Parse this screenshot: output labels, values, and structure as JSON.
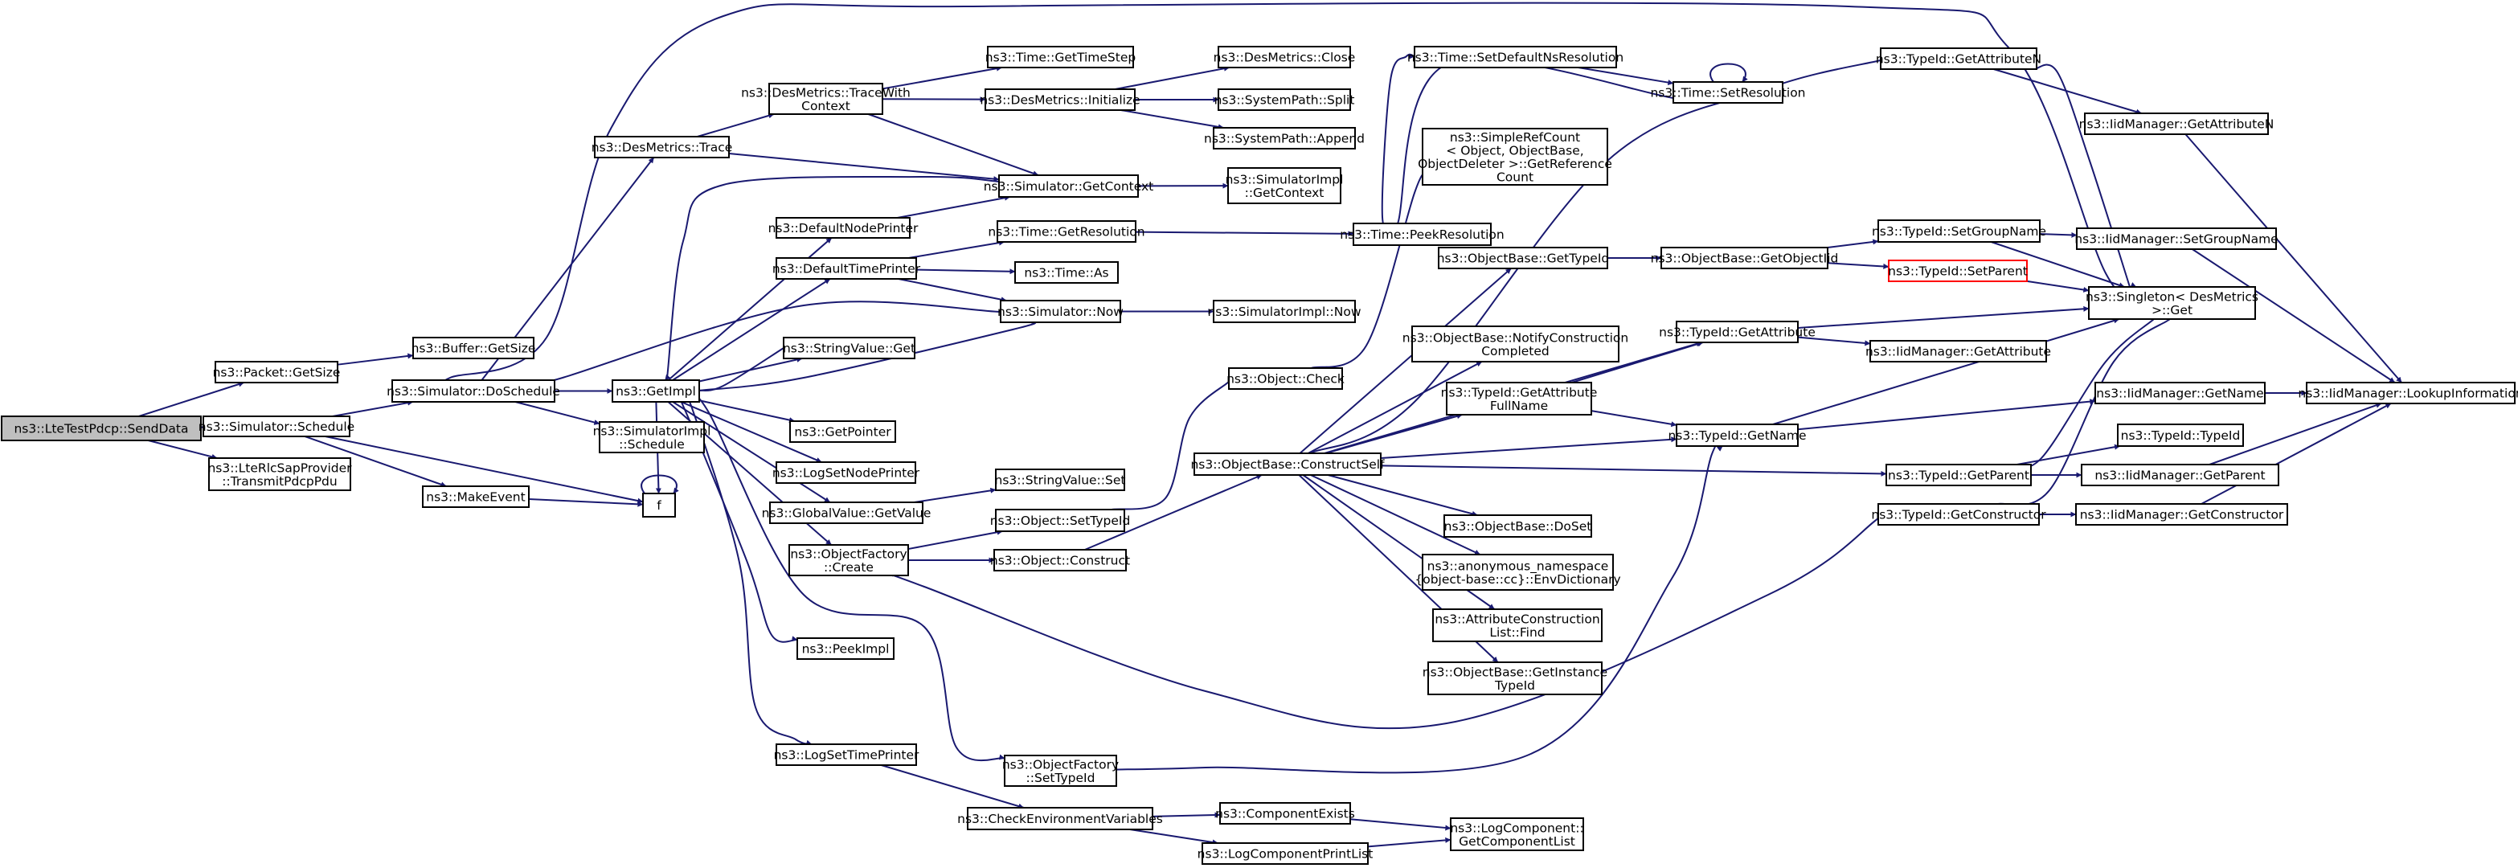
{
  "diagram": {
    "type": "call-graph",
    "colors": {
      "edge": "#191970",
      "border": "#000000",
      "root_fill": "#bfbfbf",
      "highlight_border": "#ff0000",
      "background": "#ffffff"
    },
    "nodes": [
      {
        "id": "send",
        "lines": [
          "ns3::LteTestPdcp::SendData"
        ],
        "style": "root"
      },
      {
        "id": "pgetsize",
        "lines": [
          "ns3::Packet::GetSize"
        ]
      },
      {
        "id": "bgetsize",
        "lines": [
          "ns3::Buffer::GetSize"
        ]
      },
      {
        "id": "sched",
        "lines": [
          "ns3::Simulator::Schedule"
        ]
      },
      {
        "id": "transmit",
        "lines": [
          "ns3::LteRlcSapProvider",
          "::TransmitPdcpPdu"
        ]
      },
      {
        "id": "dosched",
        "lines": [
          "ns3::Simulator::DoSchedule"
        ]
      },
      {
        "id": "makeevent",
        "lines": [
          "ns3::MakeEvent"
        ]
      },
      {
        "id": "f",
        "lines": [
          "f"
        ]
      },
      {
        "id": "dmtrace",
        "lines": [
          "ns3::DesMetrics::Trace"
        ]
      },
      {
        "id": "getimpl",
        "lines": [
          "ns3::GetImpl"
        ]
      },
      {
        "id": "simimplsched",
        "lines": [
          "ns3::SimulatorImpl",
          "::Schedule"
        ]
      },
      {
        "id": "dmtracewc",
        "lines": [
          "ns3::DesMetrics::TraceWith",
          "Context"
        ]
      },
      {
        "id": "getctx",
        "lines": [
          "ns3::Simulator::GetContext"
        ]
      },
      {
        "id": "defnode",
        "lines": [
          "ns3::DefaultNodePrinter"
        ]
      },
      {
        "id": "deftime",
        "lines": [
          "ns3::DefaultTimePrinter"
        ]
      },
      {
        "id": "simnow",
        "lines": [
          "ns3::Simulator::Now"
        ]
      },
      {
        "id": "strget",
        "lines": [
          "ns3::StringValue::Get"
        ]
      },
      {
        "id": "getptr",
        "lines": [
          "ns3::GetPointer"
        ]
      },
      {
        "id": "logsetnode",
        "lines": [
          "ns3::LogSetNodePrinter"
        ]
      },
      {
        "id": "gvget",
        "lines": [
          "ns3::GlobalValue::GetValue"
        ]
      },
      {
        "id": "ofcreate",
        "lines": [
          "ns3::ObjectFactory",
          "::Create"
        ]
      },
      {
        "id": "peekimpl",
        "lines": [
          "ns3::PeekImpl"
        ]
      },
      {
        "id": "logsettime",
        "lines": [
          "ns3::LogSetTimePrinter"
        ]
      },
      {
        "id": "timestep",
        "lines": [
          "ns3::Time::GetTimeStep"
        ]
      },
      {
        "id": "dminit",
        "lines": [
          "ns3::DesMetrics::Initialize"
        ]
      },
      {
        "id": "dmclose",
        "lines": [
          "ns3::DesMetrics::Close"
        ]
      },
      {
        "id": "split",
        "lines": [
          "ns3::SystemPath::Split"
        ]
      },
      {
        "id": "append",
        "lines": [
          "ns3::SystemPath::Append"
        ]
      },
      {
        "id": "simimplctx",
        "lines": [
          "ns3::SimulatorImpl",
          "::GetContext"
        ]
      },
      {
        "id": "timegetres",
        "lines": [
          "ns3::Time::GetResolution"
        ]
      },
      {
        "id": "timeas",
        "lines": [
          "ns3::Time::As"
        ]
      },
      {
        "id": "simimplnow",
        "lines": [
          "ns3::SimulatorImpl::Now"
        ]
      },
      {
        "id": "strset",
        "lines": [
          "ns3::StringValue::Set"
        ]
      },
      {
        "id": "objsettid",
        "lines": [
          "ns3::Object::SetTypeId"
        ]
      },
      {
        "id": "objconstruct",
        "lines": [
          "ns3::Object::Construct"
        ]
      },
      {
        "id": "ofsettid",
        "lines": [
          "ns3::ObjectFactory",
          "::SetTypeId"
        ]
      },
      {
        "id": "checkenv",
        "lines": [
          "ns3::CheckEnvironmentVariables"
        ]
      },
      {
        "id": "compexists",
        "lines": [
          "ns3::ComponentExists"
        ]
      },
      {
        "id": "logcomplist",
        "lines": [
          "ns3::LogComponentPrintList"
        ]
      },
      {
        "id": "getcomplist",
        "lines": [
          "ns3::LogComponent::",
          "GetComponentList"
        ]
      },
      {
        "id": "setdefres",
        "lines": [
          "ns3::Time::SetDefaultNsResolution"
        ]
      },
      {
        "id": "setres",
        "lines": [
          "ns3::Time::SetResolution"
        ]
      },
      {
        "id": "peekres",
        "lines": [
          "ns3::Time::PeekResolution"
        ]
      },
      {
        "id": "simpleref",
        "lines": [
          "ns3::SimpleRefCount",
          "< Object, ObjectBase,",
          "ObjectDeleter >::GetReference",
          "Count"
        ]
      },
      {
        "id": "obgettid",
        "lines": [
          "ns3::ObjectBase::GetTypeId"
        ]
      },
      {
        "id": "objcheck",
        "lines": [
          "ns3::Object::Check"
        ]
      },
      {
        "id": "notify",
        "lines": [
          "ns3::ObjectBase::NotifyConstruction",
          "Completed"
        ]
      },
      {
        "id": "getattrfull",
        "lines": [
          "ns3::TypeId::GetAttribute",
          "FullName"
        ]
      },
      {
        "id": "constructself",
        "lines": [
          "ns3::ObjectBase::ConstructSelf"
        ]
      },
      {
        "id": "doset",
        "lines": [
          "ns3::ObjectBase::DoSet"
        ]
      },
      {
        "id": "envdict",
        "lines": [
          "ns3::anonymous_namespace",
          "{object-base::cc}::EnvDictionary"
        ]
      },
      {
        "id": "attrfind",
        "lines": [
          "ns3::AttributeConstruction",
          "List::Find"
        ]
      },
      {
        "id": "getinsttid",
        "lines": [
          "ns3::ObjectBase::GetInstance",
          "TypeId"
        ]
      },
      {
        "id": "getobjtid",
        "lines": [
          "ns3::ObjectBase::GetObjectIid"
        ]
      },
      {
        "id": "tidgetattr",
        "lines": [
          "ns3::TypeId::GetAttribute"
        ]
      },
      {
        "id": "tidgetname",
        "lines": [
          "ns3::TypeId::GetName"
        ]
      },
      {
        "id": "tidgetattrn",
        "lines": [
          "ns3::TypeId::GetAttributeN"
        ]
      },
      {
        "id": "tidsetgroup",
        "lines": [
          "ns3::TypeId::SetGroupName"
        ]
      },
      {
        "id": "tidsetparent",
        "lines": [
          "ns3::TypeId::SetParent"
        ],
        "style": "red"
      },
      {
        "id": "iidgetattr",
        "lines": [
          "ns3::IidManager::GetAttribute"
        ]
      },
      {
        "id": "tidgetparent",
        "lines": [
          "ns3::TypeId::GetParent"
        ]
      },
      {
        "id": "tidgetctor",
        "lines": [
          "ns3::TypeId::GetConstructor"
        ]
      },
      {
        "id": "iidgetattrn",
        "lines": [
          "ns3::IidManager::GetAttributeN"
        ]
      },
      {
        "id": "iidsetgroup",
        "lines": [
          "ns3::IidManager::SetGroupName"
        ]
      },
      {
        "id": "singleton",
        "lines": [
          "ns3::Singleton< DesMetrics",
          ">::Get"
        ]
      },
      {
        "id": "iidgetname",
        "lines": [
          "ns3::IidManager::GetName"
        ]
      },
      {
        "id": "tidtid",
        "lines": [
          "ns3::TypeId::TypeId"
        ]
      },
      {
        "id": "iidgetparent",
        "lines": [
          "ns3::IidManager::GetParent"
        ]
      },
      {
        "id": "iidgetctor",
        "lines": [
          "ns3::IidManager::GetConstructor"
        ]
      },
      {
        "id": "lookup",
        "lines": [
          "ns3::IidManager::LookupInformation"
        ]
      }
    ],
    "edges": [
      [
        "send",
        "pgetsize"
      ],
      [
        "send",
        "sched"
      ],
      [
        "send",
        "transmit"
      ],
      [
        "pgetsize",
        "bgetsize"
      ],
      [
        "sched",
        "dosched"
      ],
      [
        "sched",
        "makeevent"
      ],
      [
        "sched",
        "f"
      ],
      [
        "makeevent",
        "f"
      ],
      [
        "f",
        "f"
      ],
      [
        "dosched",
        "dmtrace"
      ],
      [
        "dosched",
        "getimpl"
      ],
      [
        "dosched",
        "simimplsched"
      ],
      [
        "dosched",
        "simnow"
      ],
      [
        "dosched",
        "singleton"
      ],
      [
        "dmtrace",
        "dmtracewc"
      ],
      [
        "dmtrace",
        "getctx"
      ],
      [
        "dmtracewc",
        "timestep"
      ],
      [
        "dmtracewc",
        "dminit"
      ],
      [
        "dmtracewc",
        "getctx"
      ],
      [
        "dminit",
        "dmclose"
      ],
      [
        "dminit",
        "split"
      ],
      [
        "dminit",
        "append"
      ],
      [
        "getctx",
        "simimplctx"
      ],
      [
        "getctx",
        "getimpl"
      ],
      [
        "defnode",
        "getctx"
      ],
      [
        "deftime",
        "timegetres"
      ],
      [
        "deftime",
        "timeas"
      ],
      [
        "deftime",
        "simnow"
      ],
      [
        "timegetres",
        "peekres"
      ],
      [
        "simnow",
        "simimplnow"
      ],
      [
        "simnow",
        "getimpl"
      ],
      [
        "getimpl",
        "defnode"
      ],
      [
        "getimpl",
        "deftime"
      ],
      [
        "getimpl",
        "strget"
      ],
      [
        "getimpl",
        "getptr"
      ],
      [
        "getimpl",
        "logsetnode"
      ],
      [
        "getimpl",
        "gvget"
      ],
      [
        "getimpl",
        "ofcreate"
      ],
      [
        "getimpl",
        "peekimpl"
      ],
      [
        "getimpl",
        "logsettime"
      ],
      [
        "getimpl",
        "ofsettid"
      ],
      [
        "getimpl",
        "f"
      ],
      [
        "strget",
        "getimpl"
      ],
      [
        "gvget",
        "strset"
      ],
      [
        "ofcreate",
        "objsettid"
      ],
      [
        "ofcreate",
        "objconstruct"
      ],
      [
        "ofcreate",
        "tidgetctor"
      ],
      [
        "objsettid",
        "objcheck"
      ],
      [
        "objconstruct",
        "constructself"
      ],
      [
        "ofsettid",
        "tidgetname"
      ],
      [
        "logsettime",
        "checkenv"
      ],
      [
        "checkenv",
        "compexists"
      ],
      [
        "checkenv",
        "logcomplist"
      ],
      [
        "compexists",
        "getcomplist"
      ],
      [
        "logcomplist",
        "getcomplist"
      ],
      [
        "peekres",
        "setdefres"
      ],
      [
        "peekres",
        "setres"
      ],
      [
        "setdefres",
        "setres"
      ],
      [
        "setres",
        "setres"
      ],
      [
        "objcheck",
        "simpleref"
      ],
      [
        "constructself",
        "obgettid"
      ],
      [
        "constructself",
        "notify"
      ],
      [
        "constructself",
        "getattrfull"
      ],
      [
        "constructself",
        "doset"
      ],
      [
        "constructself",
        "envdict"
      ],
      [
        "constructself",
        "attrfind"
      ],
      [
        "constructself",
        "getinsttid"
      ],
      [
        "constructself",
        "tidgetattr"
      ],
      [
        "constructself",
        "tidgetname"
      ],
      [
        "constructself",
        "tidgetparent"
      ],
      [
        "constructself",
        "tidgetattrn"
      ],
      [
        "obgettid",
        "getobjtid"
      ],
      [
        "getobjtid",
        "tidsetgroup"
      ],
      [
        "getobjtid",
        "tidsetparent"
      ],
      [
        "getattrfull",
        "tidgetattr"
      ],
      [
        "getattrfull",
        "tidgetname"
      ],
      [
        "tidgetattr",
        "iidgetattr"
      ],
      [
        "tidgetattr",
        "singleton"
      ],
      [
        "tidgetname",
        "iidgetname"
      ],
      [
        "tidgetname",
        "singleton"
      ],
      [
        "tidgetattrn",
        "iidgetattrn"
      ],
      [
        "tidgetattrn",
        "singleton"
      ],
      [
        "tidsetgroup",
        "iidsetgroup"
      ],
      [
        "tidsetgroup",
        "singleton"
      ],
      [
        "tidsetparent",
        "singleton"
      ],
      [
        "tidgetparent",
        "tidtid"
      ],
      [
        "tidgetparent",
        "iidgetparent"
      ],
      [
        "tidgetparent",
        "singleton"
      ],
      [
        "tidgetctor",
        "iidgetctor"
      ],
      [
        "tidgetctor",
        "singleton"
      ],
      [
        "iidgetattrn",
        "lookup"
      ],
      [
        "iidsetgroup",
        "lookup"
      ],
      [
        "iidgetname",
        "lookup"
      ],
      [
        "iidgetparent",
        "lookup"
      ],
      [
        "iidgetctor",
        "lookup"
      ]
    ]
  }
}
